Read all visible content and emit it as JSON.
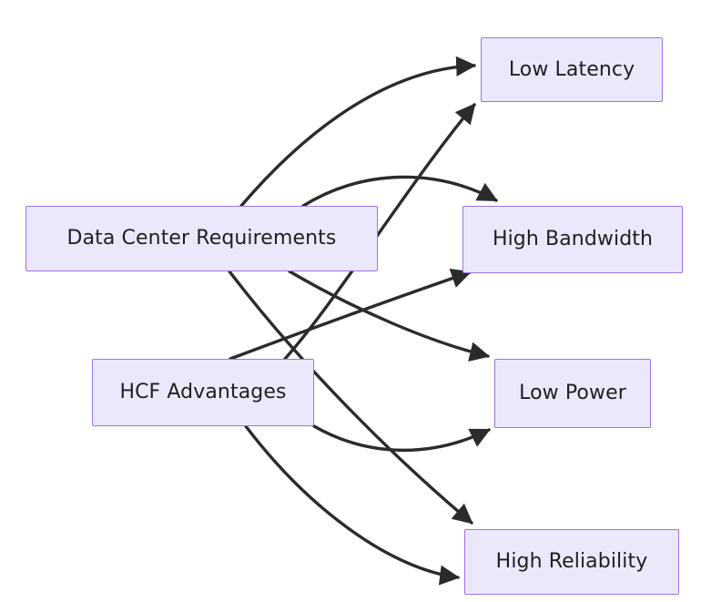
{
  "diagram": {
    "type": "flowchart",
    "title": "",
    "background_color": "#ffffff",
    "node_fill_color": "#ECE8FB",
    "node_border_color": "#9A74E8",
    "node_text_color": "#1f1f20",
    "edge_color": "#2b2b2b",
    "nodes": [
      {
        "id": "dcr",
        "label": "Data Center Requirements",
        "role": "source"
      },
      {
        "id": "hcf",
        "label": "HCF Advantages",
        "role": "source"
      },
      {
        "id": "lowlat",
        "label": "Low Latency",
        "role": "target"
      },
      {
        "id": "bw",
        "label": "High Bandwidth",
        "role": "target"
      },
      {
        "id": "power",
        "label": "Low Power",
        "role": "target"
      },
      {
        "id": "rel",
        "label": "High Reliability",
        "role": "target"
      }
    ],
    "edges": [
      {
        "from": "dcr",
        "to": "lowlat",
        "label": ""
      },
      {
        "from": "dcr",
        "to": "bw",
        "label": ""
      },
      {
        "from": "dcr",
        "to": "power",
        "label": ""
      },
      {
        "from": "dcr",
        "to": "rel",
        "label": ""
      },
      {
        "from": "hcf",
        "to": "lowlat",
        "label": ""
      },
      {
        "from": "hcf",
        "to": "bw",
        "label": ""
      },
      {
        "from": "hcf",
        "to": "power",
        "label": ""
      },
      {
        "from": "hcf",
        "to": "rel",
        "label": ""
      }
    ]
  }
}
